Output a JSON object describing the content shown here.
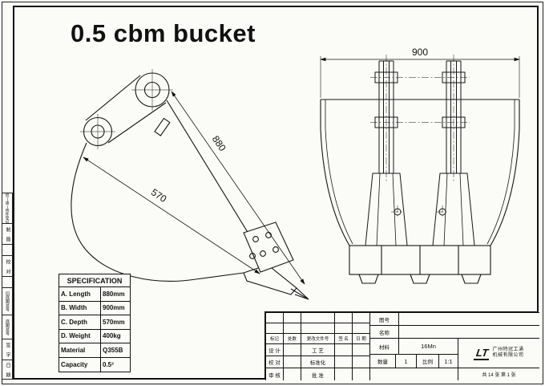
{
  "title": "0.5 cbm bucket",
  "views": {
    "side": {
      "dim_length": "880",
      "dim_depth": "570"
    },
    "front": {
      "dim_width": "900"
    }
  },
  "spec_table": {
    "header": "SPECIFICATION",
    "rows": [
      {
        "label": "A. Length",
        "value": "880mm"
      },
      {
        "label": "B. Width",
        "value": "900mm"
      },
      {
        "label": "C. Depth",
        "value": "570mm"
      },
      {
        "label": "D. Weight",
        "value": "400kg"
      },
      {
        "label": "Material",
        "value": "Q355B"
      },
      {
        "label": "Capacity",
        "value": "0.5³"
      }
    ]
  },
  "left_margin": {
    "cells": [
      "借(通)用件登记",
      "制 图",
      "校 对",
      "旧底图总号",
      "底图总号",
      "签 字",
      "日 期"
    ]
  },
  "title_block": {
    "drawing_no_label": "图号",
    "name_label": "名称",
    "material_label": "材料",
    "material_value": "16Mn",
    "qty_label": "数量",
    "qty_value": "1",
    "scale_label": "比例",
    "scale_value": "1:1",
    "sheet_info": "共 14 张  第 1 张",
    "rev_headers": [
      "标记",
      "处数",
      "更改文件号",
      "签 名",
      "日 期"
    ],
    "role_rows": [
      {
        "a": "设 计",
        "b": "工 艺"
      },
      {
        "a": "校 对",
        "b": "标准化"
      },
      {
        "a": "审 核",
        "b": "批 准"
      }
    ],
    "logo_text": "LT",
    "company_line1": "广州特冠工涌",
    "company_line2": "机械有限公司"
  }
}
